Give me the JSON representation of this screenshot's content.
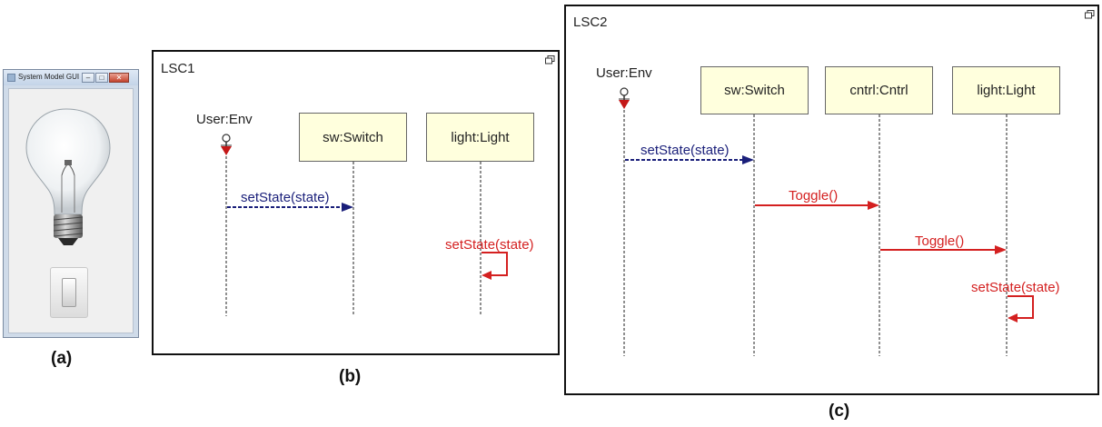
{
  "panel_a": {
    "window_title": "System Model GUI",
    "window_buttons": {
      "minimize": "–",
      "maximize": "□",
      "close": "✕"
    },
    "caption": "(a)"
  },
  "panel_b": {
    "frame_label": "LSC1",
    "actor": "User:Env",
    "lifelines": [
      "sw:Switch",
      "light:Light"
    ],
    "messages": [
      {
        "label": "setState(state)",
        "kind": "monitored",
        "color": "#1a1f7a"
      },
      {
        "label": "setState(state)",
        "kind": "self",
        "color": "#d42020"
      }
    ],
    "caption": "(b)"
  },
  "panel_c": {
    "frame_label": "LSC2",
    "actor": "User:Env",
    "lifelines": [
      "sw:Switch",
      "cntrl:Cntrl",
      "light:Light"
    ],
    "messages": [
      {
        "label": "setState(state)",
        "kind": "monitored",
        "color": "#1a1f7a"
      },
      {
        "label": "Toggle()",
        "kind": "executed",
        "color": "#d42020"
      },
      {
        "label": "Toggle()",
        "kind": "executed",
        "color": "#d42020"
      },
      {
        "label": "setState(state)",
        "kind": "self",
        "color": "#d42020"
      }
    ],
    "caption": "(c)"
  }
}
